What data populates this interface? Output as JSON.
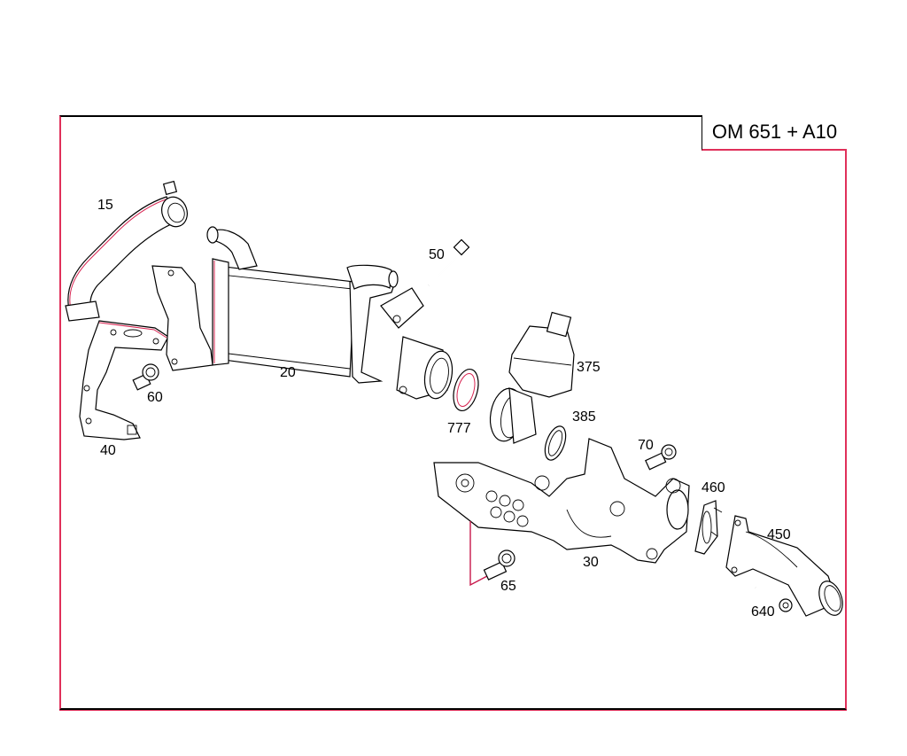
{
  "diagram": {
    "title": "OM 651 + A10",
    "colors": {
      "frame_accent": "#e0305a",
      "line": "#000000",
      "highlight": "#d82552"
    },
    "parts": [
      {
        "id": "15",
        "label": "15",
        "name": "hose"
      },
      {
        "id": "20",
        "label": "20",
        "name": "egr-cooler"
      },
      {
        "id": "30",
        "label": "30",
        "name": "bracket"
      },
      {
        "id": "40",
        "label": "40",
        "name": "mounting-bracket"
      },
      {
        "id": "50",
        "label": "50",
        "name": "bolt"
      },
      {
        "id": "60",
        "label": "60",
        "name": "bolt"
      },
      {
        "id": "65",
        "label": "65",
        "name": "bolt"
      },
      {
        "id": "70",
        "label": "70",
        "name": "bolt"
      },
      {
        "id": "375",
        "label": "375",
        "name": "egr-valve"
      },
      {
        "id": "385",
        "label": "385",
        "name": "gasket"
      },
      {
        "id": "450",
        "label": "450",
        "name": "pipe"
      },
      {
        "id": "460",
        "label": "460",
        "name": "gasket"
      },
      {
        "id": "640",
        "label": "640",
        "name": "bolt"
      },
      {
        "id": "777",
        "label": "777",
        "name": "seal-ring"
      }
    ]
  }
}
